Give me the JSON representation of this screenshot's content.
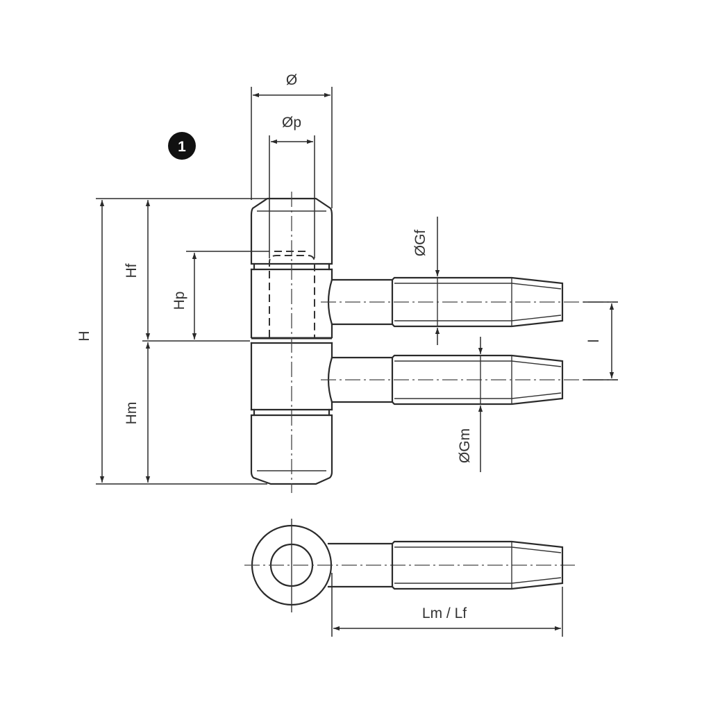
{
  "diagram": {
    "title": "Hinge dimension drawing",
    "badge": {
      "number": "1",
      "color": "#111111"
    },
    "line_color": "#2a2a2a",
    "labels": {
      "outer_diameter": "Ø",
      "pin_diameter": "Øp",
      "total_height": "H",
      "female_height": "Hf",
      "male_height": "Hm",
      "pin_height": "Hp",
      "female_thread_diameter": "ØGf",
      "male_thread_diameter": "ØGm",
      "arm_spacing": "l",
      "arm_length": "Lm / Lf"
    },
    "views": [
      {
        "name": "front-view",
        "description": "Side elevation of hinge with two threaded pins"
      },
      {
        "name": "top-view",
        "description": "Plan view of hinge barrel with single threaded pin"
      }
    ]
  }
}
